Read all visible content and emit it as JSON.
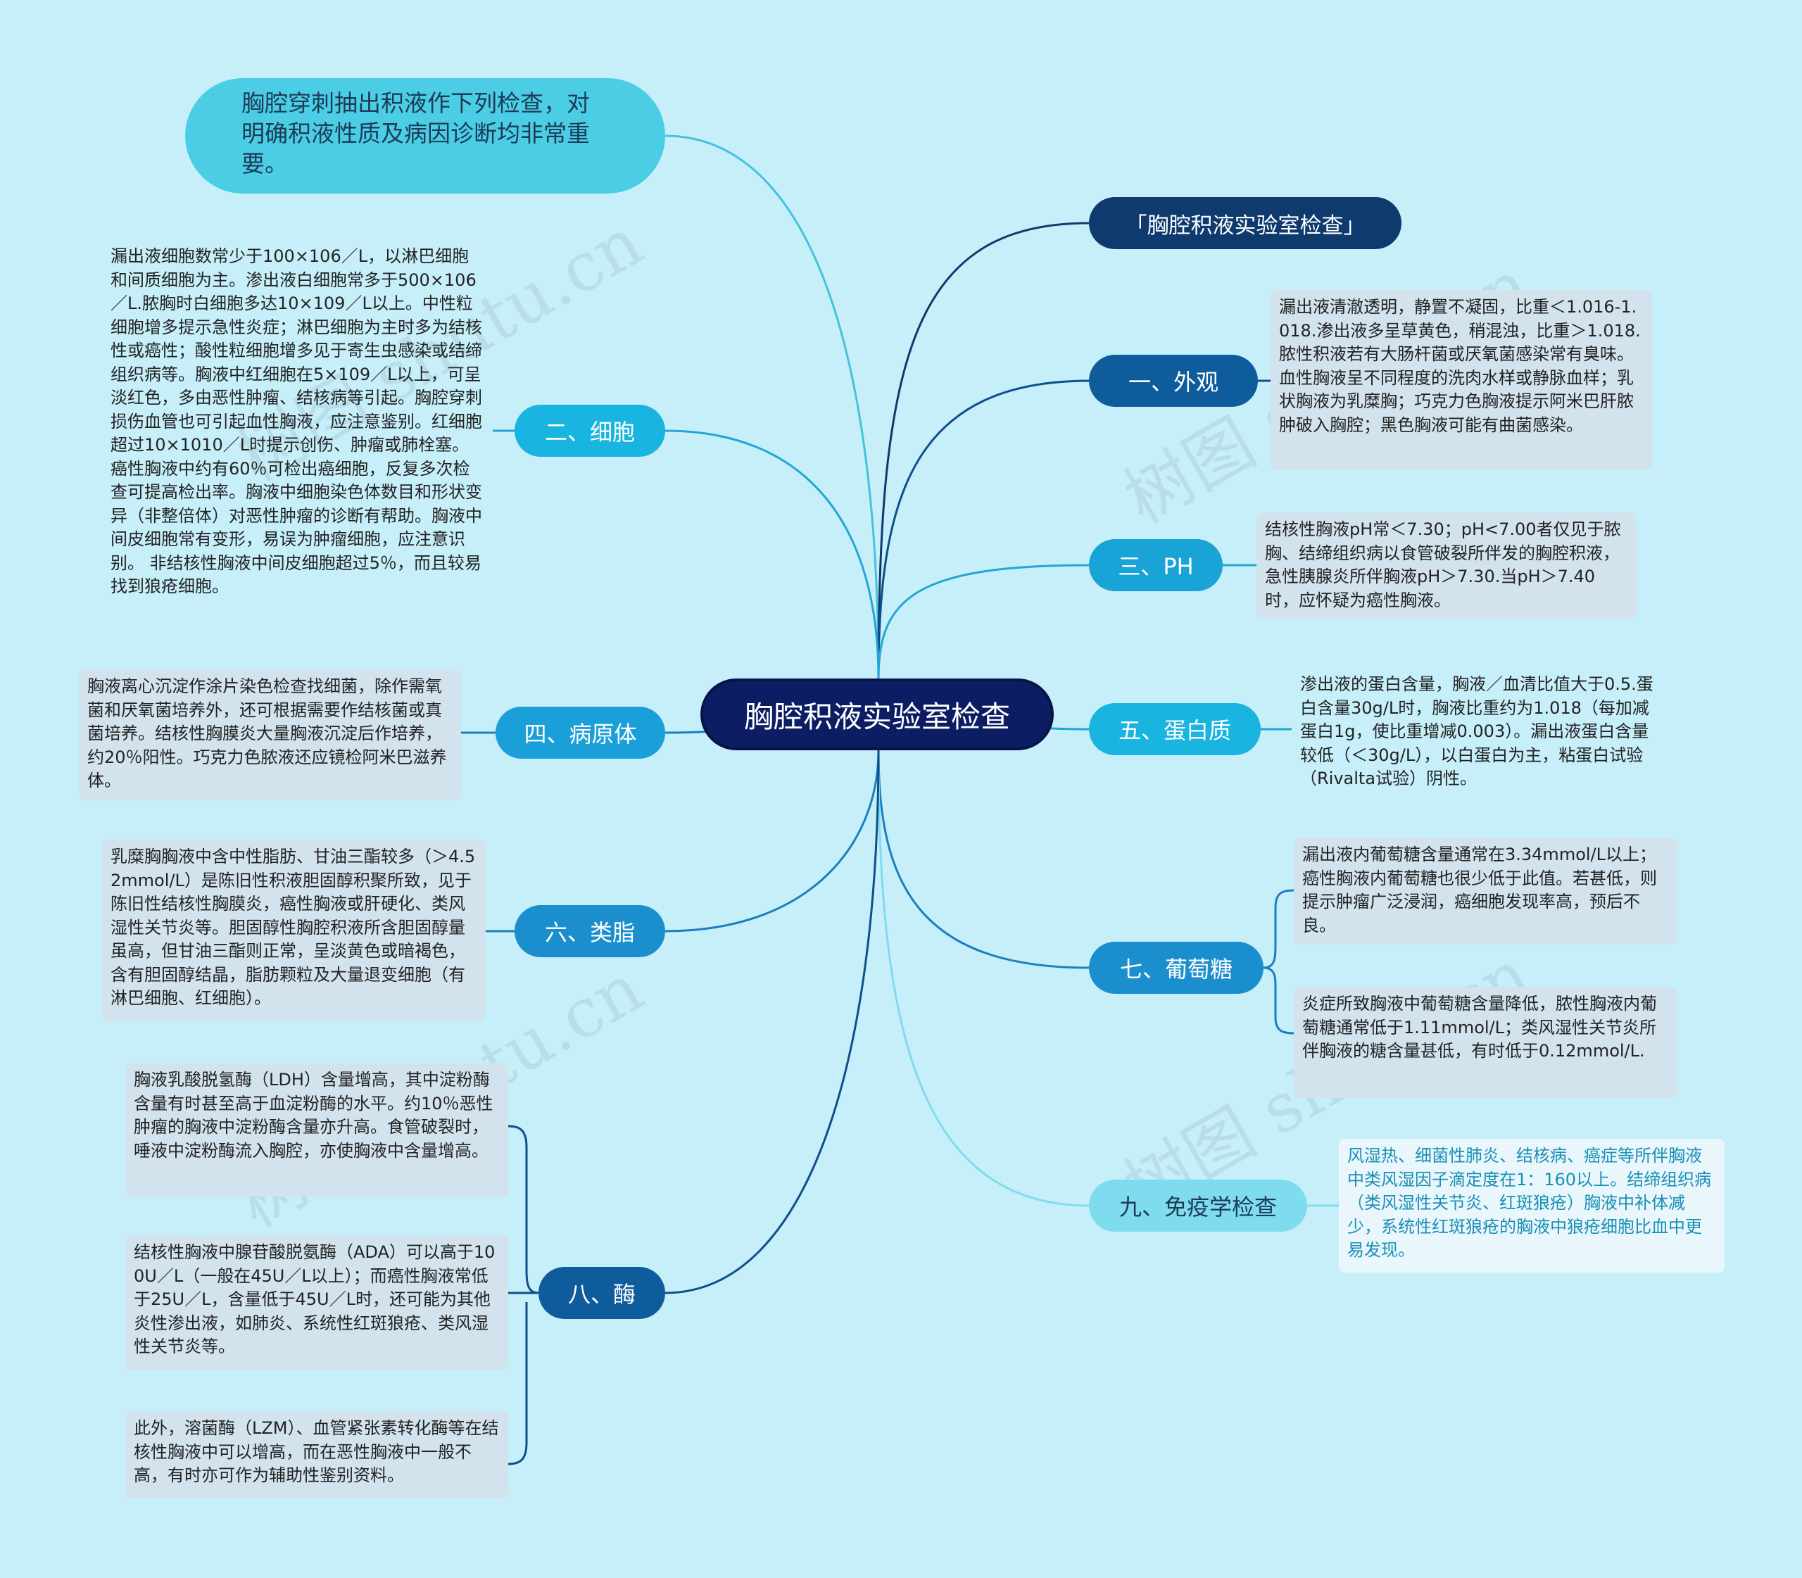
{
  "center": {
    "label": "胸腔积液实验室检查"
  },
  "intro": {
    "text": "胸腔穿刺抽出积液作下列检查，对明确积液性质及病因诊断均非常重要。"
  },
  "title_node": {
    "label": "「胸腔积液实验室检查」"
  },
  "branches": {
    "appearance": {
      "label": "一、外观",
      "text": "漏出液清澈透明，静置不凝固，比重＜1.016-1.018.渗出液多呈草黄色，稍混浊，比重＞1.018.脓性积液若有大肠杆菌或厌氧菌感染常有臭味。血性胸液呈不同程度的洗肉水样或静脉血样；乳状胸液为乳糜胸；巧克力色胸液提示阿米巴肝脓肿破入胸腔；黑色胸液可能有曲菌感染。"
    },
    "cells": {
      "label": "二、细胞",
      "text": "漏出液细胞数常少于100×106／L，以淋巴细胞和间质细胞为主。渗出液白细胞常多于500×106／L.脓胸时白细胞多达10×109／L以上。中性粒细胞增多提示急性炎症；淋巴细胞为主时多为结核性或癌性；酸性粒细胞增多见于寄生虫感染或结缔组织病等。胸液中红细胞在5×109／L以上，可呈淡红色，多由恶性肿瘤、结核病等引起。胸腔穿刺损伤血管也可引起血性胸液，应注意鉴别。红细胞超过10×1010／L时提示创伤、肿瘤或肺栓塞。癌性胸液中约有60％可检出癌细胞，反复多次检查可提高检出率。胸液中细胞染色体数目和形状变异（非整倍体）对恶性肿瘤的诊断有帮助。胸液中间皮细胞常有变形，易误为肿瘤细胞，应注意识别。 非结核性胸液中间皮细胞超过5％，而且较易找到狼疮细胞。"
    },
    "ph": {
      "label": "三、PH",
      "text": "结核性胸液pH常＜7.30；pH<7.00者仅见于脓胸、结缔组织病以食管破裂所伴发的胸腔积液，急性胰腺炎所伴胸液pH＞7.30.当pH＞7.40时，应怀疑为癌性胸液。"
    },
    "pathogen": {
      "label": "四、病原体",
      "text": "胸液离心沉淀作涂片染色检查找细菌，除作需氧菌和厌氧菌培养外，还可根据需要作结核菌或真菌培养。结核性胸膜炎大量胸液沉淀后作培养，约20％阳性。巧克力色脓液还应镜检阿米巴滋养体。"
    },
    "protein": {
      "label": "五、蛋白质",
      "text": "渗出液的蛋白含量，胸液／血清比值大于0.5.蛋白含量30g/L时，胸液比重约为1.018（每加减蛋白1g，使比重增减0.003）。漏出液蛋白含量较低（＜30g/L），以白蛋白为主，粘蛋白试验（Rivalta试验）阴性。"
    },
    "lipid": {
      "label": "六、类脂",
      "text": "乳糜胸胸液中含中性脂肪、甘油三酯较多（＞4.52mmol/L）是陈旧性积液胆固醇积聚所致，见于陈旧性结核性胸膜炎，癌性胸液或肝硬化、类风湿性关节炎等。胆固醇性胸腔积液所含胆固醇量虽高，但甘油三酯则正常，呈淡黄色或暗褐色，含有胆固醇结晶，脂肪颗粒及大量退变细胞（有淋巴细胞、红细胞）。"
    },
    "glucose": {
      "label": "七、葡萄糖",
      "texts": [
        "漏出液内葡萄糖含量通常在3.34mmol/L以上；癌性胸液内葡萄糖也很少低于此值。若甚低，则提示肿瘤广泛浸润，癌细胞发现率高，预后不良。",
        "炎症所致胸液中葡萄糖含量降低，脓性胸液内葡萄糖通常低于1.11mmol/L；类风湿性关节炎所伴胸液的糖含量甚低，有时低于0.12mmol/L."
      ]
    },
    "enzyme": {
      "label": "八、酶",
      "texts": [
        "胸液乳酸脱氢酶（LDH）含量增高，其中淀粉酶含量有时甚至高于血淀粉酶的水平。约10％恶性肿瘤的胸液中淀粉酶含量亦升高。食管破裂时，唾液中淀粉酶流入胸腔，亦使胸液中含量增高。",
        "结核性胸液中腺苷酸脱氨酶（ADA）可以高于100U／L（一般在45U／L以上）；而癌性胸液常低于25U／L，含量低于45U／L时，还可能为其他炎性渗出液，如肺炎、系统性红斑狼疮、类风湿性关节炎等。",
        "此外，溶菌酶（LZM）、血管紧张素转化酶等在结核性胸液中可以增高，而在恶性胸液中一般不高，有时亦可作为辅助性鉴别资料。"
      ]
    },
    "immunology": {
      "label": "九、免疫学检查",
      "text": "风湿热、细菌性肺炎、结核病、癌症等所伴胸液中类风湿因子滴定度在1：160以上。结缔组织病（类风湿性关节炎、红斑狼疮）胸液中补体减少，系统性红斑狼疮的胸液中狼疮细胞比血中更易发现。"
    }
  },
  "watermarks": [
    "树图 shutu.cn",
    "树图 shutu.cn",
    "树图 shutu.cn",
    "树图 shutu.cn"
  ],
  "colors": {
    "background": "#c7eff9",
    "center": "#0c1d63",
    "dark_blue": "#0e4f8b",
    "mid_blue": "#1a7ec0",
    "cyan": "#23a6d5",
    "light_cyan": "#7fdcee",
    "intro": "#4ccde6"
  }
}
